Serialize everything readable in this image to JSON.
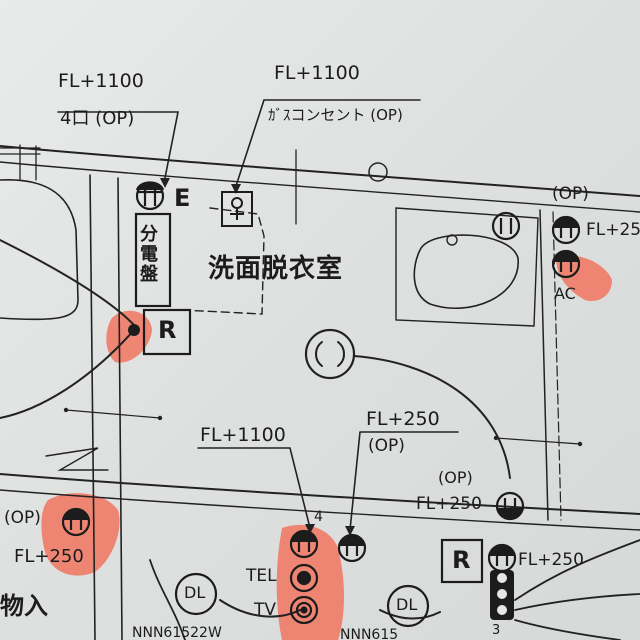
{
  "room_name": "洗面脱衣室",
  "panel_label": "分電盤",
  "annotations": {
    "outlet_top_left_height": "FL+1100",
    "outlet_top_left_spec": "4口 (OP)",
    "gas_outlet_height": "FL+1100",
    "gas_outlet_spec": "ｶﾞｽコンセント (OP)",
    "top_right_op": "(OP)",
    "top_right_height": "FL+25",
    "top_right_ac": "AC",
    "center_left_height": "FL+1100",
    "center_right_height": "FL+250",
    "center_right_op": "(OP)",
    "right_mid_op": "(OP)",
    "right_mid_height": "FL+250",
    "left_op": "(OP)",
    "left_height": "FL+250",
    "bottom_right_height": "FL+250",
    "count_4": "4",
    "count_3": "3",
    "tel_label": "TEL",
    "tv_label": "TV",
    "partial_left_text": "物入",
    "model_left": "NNN61522W",
    "model_right": "NNN615"
  },
  "symbols": {
    "grounding_mark": "E",
    "remote_left": "R",
    "remote_right": "R",
    "downlight_left": "DL",
    "downlight_right": "DL"
  },
  "colors": {
    "highlight": "#f2705a",
    "ink": "#1c1c1c",
    "paper": "#e4e6e5"
  }
}
